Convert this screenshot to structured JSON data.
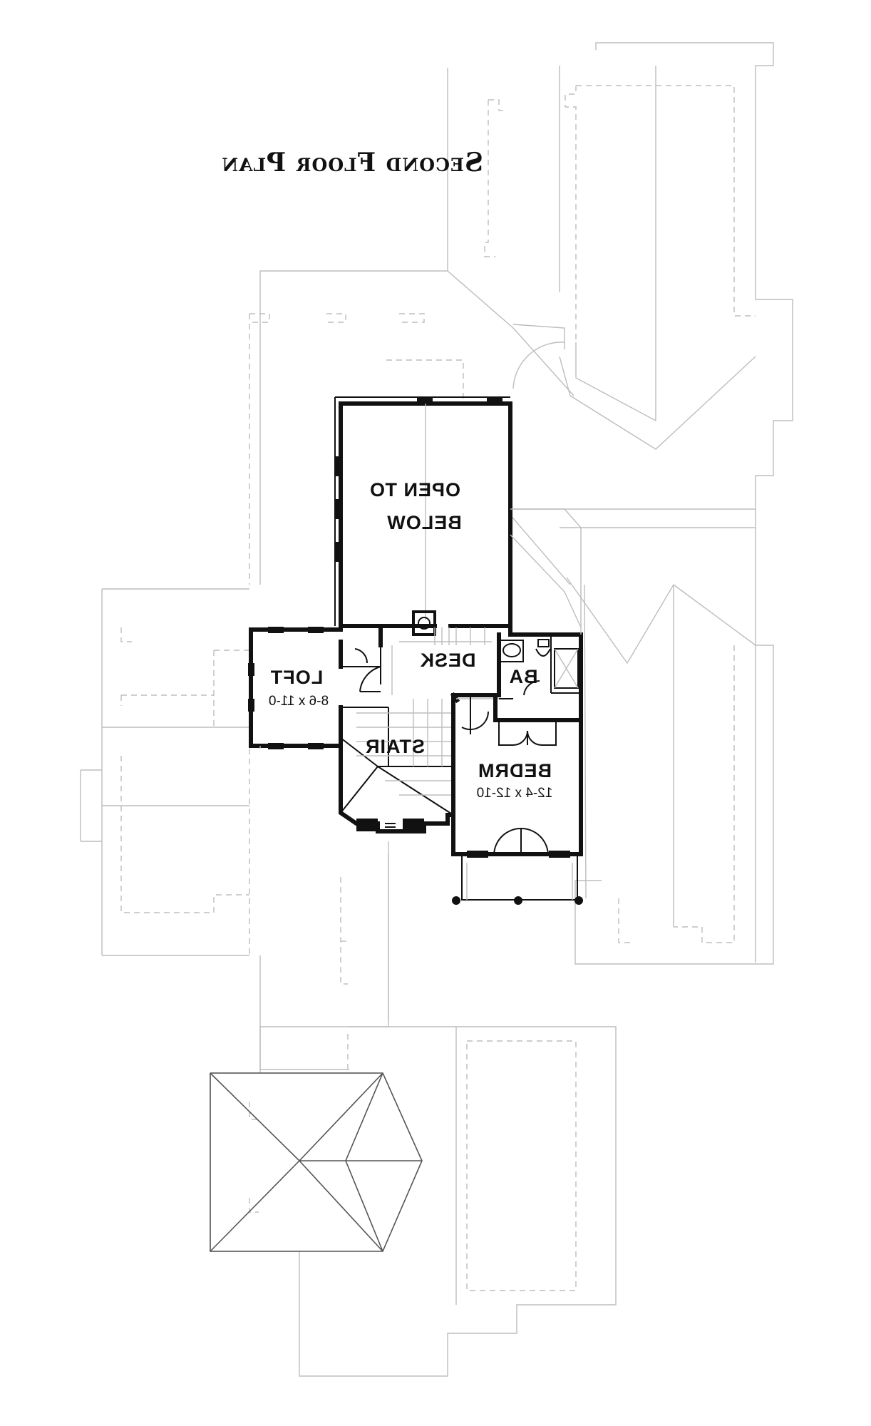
{
  "plan": {
    "title": "Second Floor Plan",
    "rooms": {
      "open_to_below": {
        "line1": "OPEN TO",
        "line2": "BELOW"
      },
      "loft": {
        "name": "LOFT",
        "size": "8-6 x 11-0"
      },
      "desk": {
        "name": "DESK"
      },
      "bath": {
        "name": "BA"
      },
      "stair": {
        "name": "STAIR"
      },
      "bedroom": {
        "name": "BEDRM",
        "size": "12-4 x 12-10"
      }
    }
  }
}
